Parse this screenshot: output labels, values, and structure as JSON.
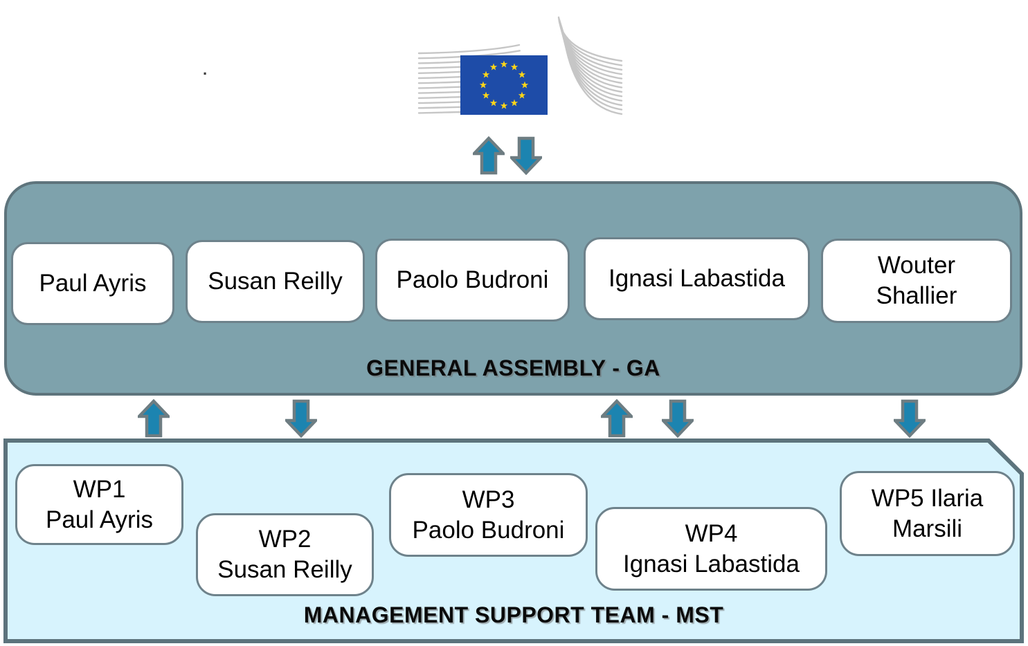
{
  "diagram": {
    "stray_mark": ".",
    "eu_logo": {
      "name": "european-commission-logo",
      "flag_color": "#1E4CA8",
      "star_color": "#FFD617",
      "curve_color": "#C6C6C6"
    },
    "arrow_colors": {
      "fill": "#1C84B0",
      "border": "#6E7D82"
    },
    "general_assembly": {
      "title": "GENERAL ASSEMBLY - GA",
      "bg_color": "#7EA2AC",
      "border_color": "#5E747C",
      "members": [
        "Paul Ayris",
        "Susan Reilly",
        "Paolo Budroni",
        "Ignasi Labastida",
        "Wouter Shallier"
      ]
    },
    "management_support_team": {
      "title": "MANAGEMENT SUPPORT TEAM - MST",
      "bg_color": "#D7F3FD",
      "border_color": "#5C737C",
      "work_packages": [
        {
          "line1": "WP1",
          "line2": "Paul Ayris"
        },
        {
          "line1": "WP2",
          "line2": "Susan Reilly"
        },
        {
          "line1": "WP3",
          "line2": "Paolo Budroni"
        },
        {
          "line1": "WP4",
          "line2": "Ignasi Labastida"
        },
        {
          "line1": "WP5 Ilaria",
          "line2": "Marsili"
        }
      ]
    }
  }
}
